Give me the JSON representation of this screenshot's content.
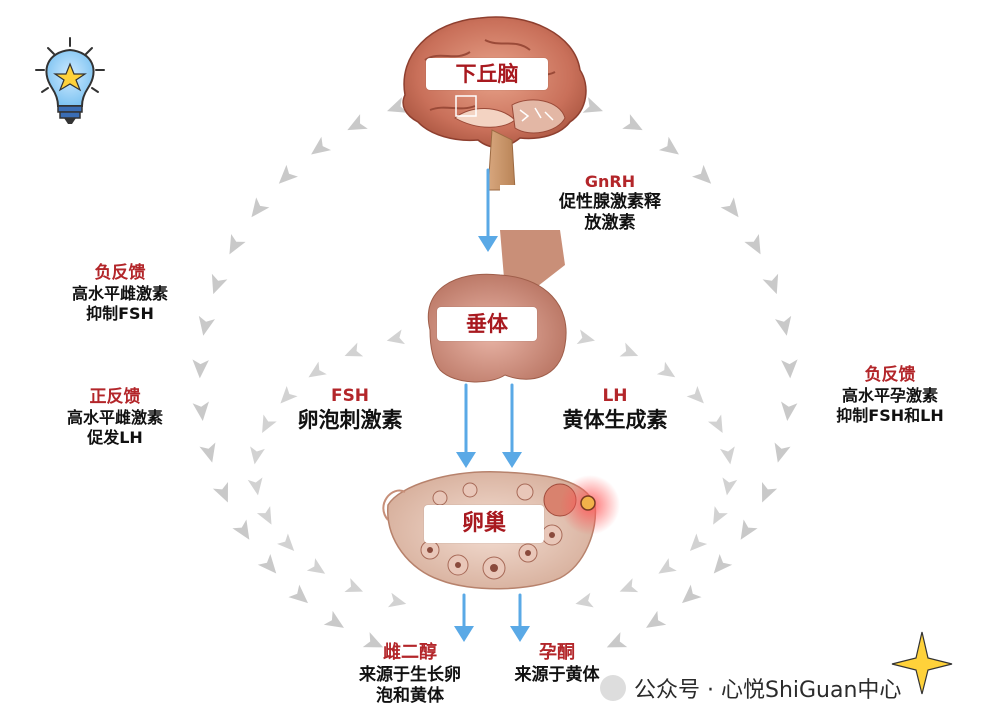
{
  "colors": {
    "accent_red": "#b3262a",
    "arrow_blue": "#5aa9e6",
    "feedback_arrow_gray": "#c9c9c9",
    "text_dark": "#111111"
  },
  "nodes": {
    "hypothalamus": "下丘脑",
    "pituitary": "垂体",
    "ovary": "卵巢"
  },
  "gnrh": {
    "title": "GnRH",
    "line1": "促性腺激素释",
    "line2": "放激素"
  },
  "fsh": {
    "title": "FSH",
    "desc": "卵泡刺激素"
  },
  "lh": {
    "title": "LH",
    "desc": "黄体生成素"
  },
  "estradiol": {
    "title": "雌二醇",
    "line1": "来源于生长卵",
    "line2": "泡和黄体"
  },
  "progesterone": {
    "title": "孕酮",
    "line1": "来源于黄体"
  },
  "left_negative": {
    "title": "负反馈",
    "line1": "高水平雌激素",
    "line2": "抑制FSH"
  },
  "left_positive": {
    "title": "正反馈",
    "line1": "高水平雌激素",
    "line2": "促发LH"
  },
  "right_negative": {
    "title": "负反馈",
    "line1": "高水平孕激素",
    "line2": "抑制FSH和LH"
  },
  "watermark": {
    "text": "公众号 · 心悦ShiGuan中心"
  },
  "icons": [
    "lightbulb-star-icon",
    "sparkle-star-icon",
    "brain-illustration",
    "pituitary-illustration",
    "ovary-illustration"
  ]
}
